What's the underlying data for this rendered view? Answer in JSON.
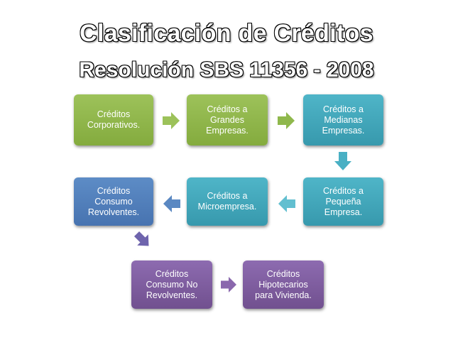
{
  "title": {
    "line1": "Clasificación de Créditos",
    "line2": "Resolución SBS 11356 - 2008"
  },
  "boxes": {
    "corporativos": "Créditos\nCorporativos.",
    "grandes": "Créditos a\nGrandes\nEmpresas.",
    "medianas": "Créditos a\nMedianas\nEmpresas.",
    "pequena": "Créditos a\nPequeña\nEmpresa.",
    "microempresa": "Créditos a\nMicroempresa.",
    "consumo_revolventes": "Créditos\nConsumo\nRevolventes.",
    "consumo_no_revolventes": "Créditos\nConsumo No\nRevolventes.",
    "hipotecarios": "Créditos\nHipotecarios\npara Vivienda."
  },
  "colors": {
    "green": "#8fb34a",
    "teal": "#42a7bb",
    "blue": "#537fbc",
    "purple": "#7e5ca0"
  }
}
